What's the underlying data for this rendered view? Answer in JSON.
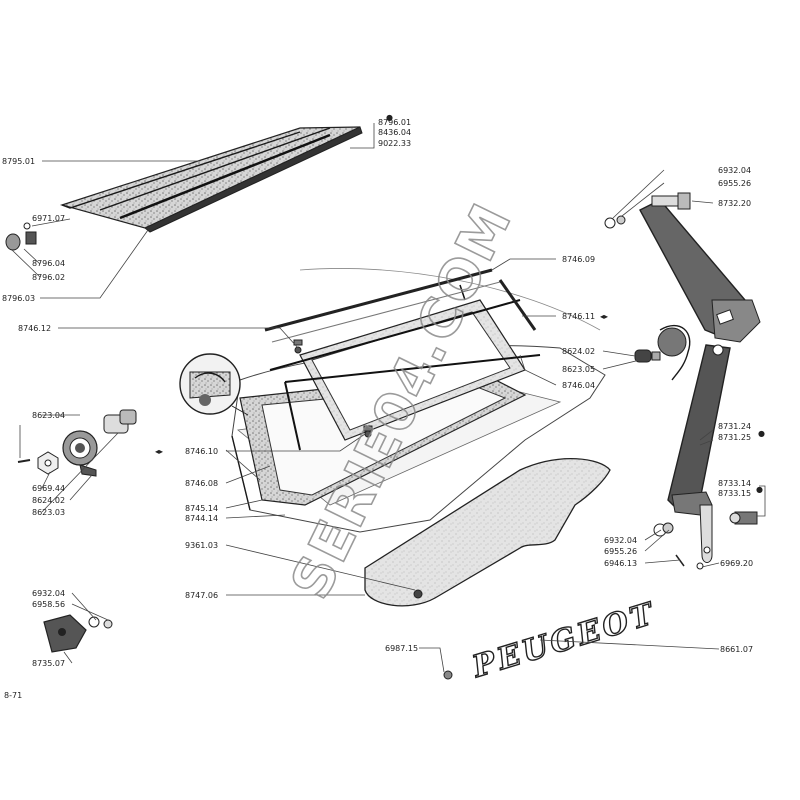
{
  "watermark": "SERIE04.COM",
  "emblem_text": "PEUGEOT",
  "labels": {
    "l8796_01": "8796.01",
    "l8436_04": "8436.04",
    "l9022_33": "9022.33",
    "l8795_01": "8795.01",
    "l6971_07": "6971.07",
    "l8796_04": "8796.04",
    "l8796_02": "8796.02",
    "l8796_03": "8796.03",
    "l8746_12": "8746.12",
    "l8623_04": "8623.04",
    "l6969_44": "6969.44",
    "l8624_02_left": "8624.02",
    "l8623_03": "8623.03",
    "l8746_10": "8746.10",
    "l8746_08": "8746.08",
    "l8745_14": "8745.14",
    "l8744_14": "8744.14",
    "l9361_03": "9361.03",
    "l8747_06": "8747.06",
    "l6932_04_left": "6932.04",
    "l6958_56": "6958.56",
    "l8735_07": "8735.07",
    "l8746_09": "8746.09",
    "l8746_11": "8746.11",
    "l8746_04": "8746.04",
    "l8624_02_right": "8624.02",
    "l8623_05": "8623.05",
    "l6932_04_top": "6932.04",
    "l6955_26_top": "6955.26",
    "l8732_20": "8732.20",
    "l8731_24": "8731.24",
    "l8731_25": "8731.25",
    "l8733_14": "8733.14",
    "l8733_15": "8733.15",
    "l6932_04_bottom": "6932.04",
    "l6955_26_bottom": "6955.26",
    "l6946_13": "6946.13",
    "l6969_20": "6969.20",
    "l6987_15": "6987.15",
    "l8661_07": "8661.07",
    "page_mark": "8-71"
  }
}
